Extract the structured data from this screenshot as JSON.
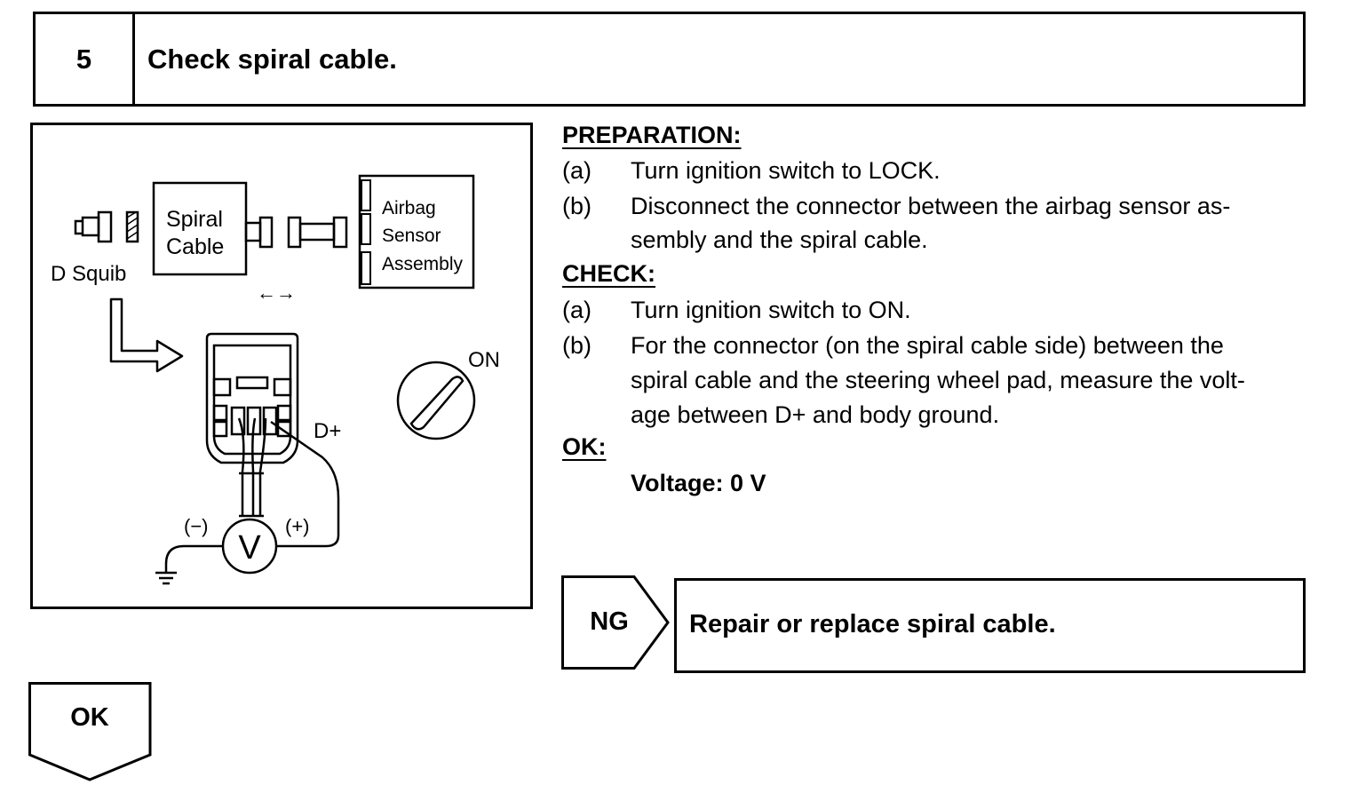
{
  "step": {
    "number": "5",
    "title": "Check spiral cable."
  },
  "figure": {
    "spiral_cable_line1": "Spiral",
    "spiral_cable_line2": "Cable",
    "airbag_line1": "Airbag",
    "airbag_line2": "Sensor",
    "airbag_line3": "Assembly",
    "d_squib": "D Squib",
    "disconnect_arrows": "←→",
    "ignition_on": "ON",
    "d_plus": "D+",
    "minus_probe": "(−)",
    "plus_probe": "(+)",
    "voltmeter": "V"
  },
  "preparation": {
    "heading": "PREPARATION:",
    "steps": [
      {
        "marker": "(a)",
        "lines": [
          "Turn ignition switch to LOCK."
        ]
      },
      {
        "marker": "(b)",
        "lines": [
          "Disconnect the connector between the airbag sensor as-",
          "sembly and the spiral cable."
        ]
      }
    ]
  },
  "check": {
    "heading": "CHECK:",
    "steps": [
      {
        "marker": "(a)",
        "lines": [
          "Turn ignition switch to ON."
        ]
      },
      {
        "marker": "(b)",
        "lines": [
          "For the connector (on the spiral cable side) between the",
          "spiral cable and the steering wheel pad, measure the volt-",
          "age between D+ and body ground."
        ]
      }
    ]
  },
  "ok_spec": {
    "heading": "OK:",
    "value": "Voltage: 0 V"
  },
  "results": {
    "ng_label": "NG",
    "ng_action": "Repair or replace spiral cable.",
    "ok_label": "OK"
  }
}
